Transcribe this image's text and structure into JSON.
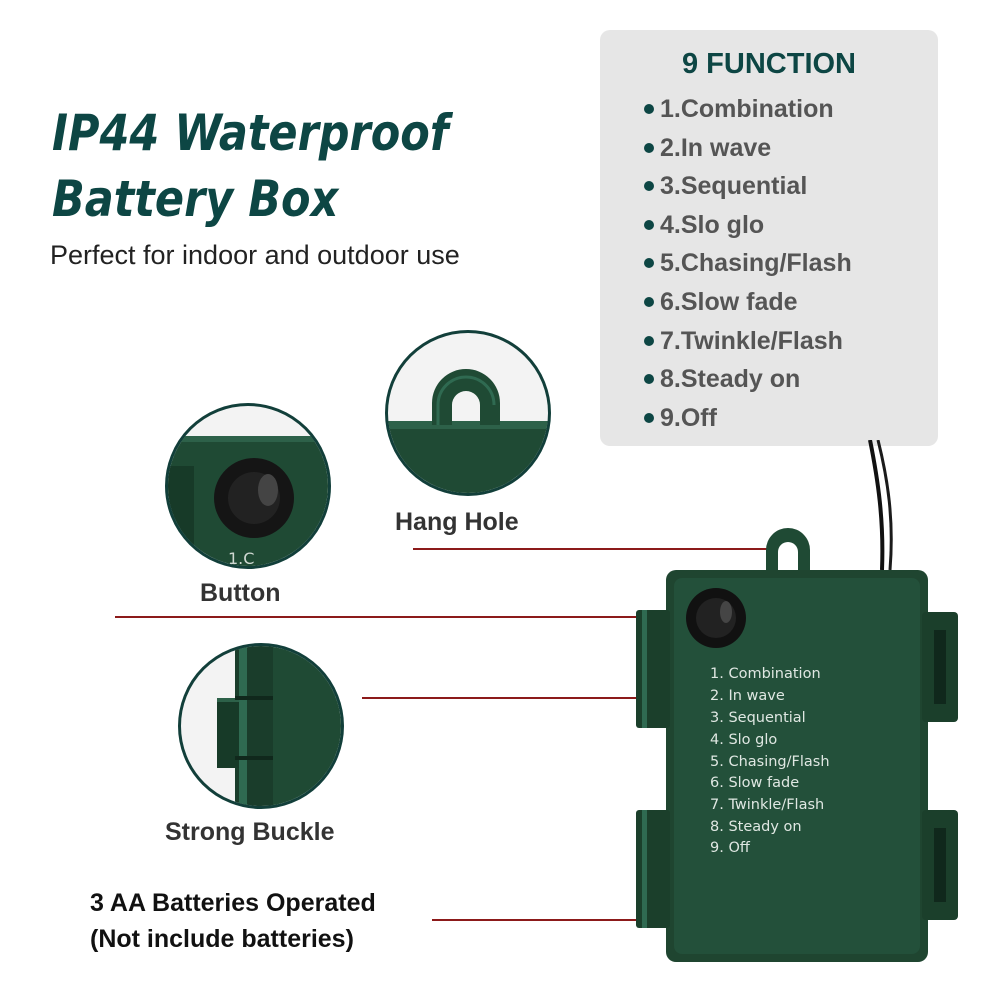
{
  "header": {
    "title_line1": "IP44 Waterproof",
    "title_line2": "Battery Box",
    "subtitle": "Perfect for indoor and outdoor use"
  },
  "functions": {
    "title": "9 FUNCTION",
    "items": [
      "1.Combination",
      "2.In wave",
      "3.Sequential",
      "4.Slo glo",
      "5.Chasing/Flash",
      "6.Slow fade",
      "7.Twinkle/Flash",
      "8.Steady on",
      "9.Off"
    ]
  },
  "callouts": {
    "hang_hole": "Hang Hole",
    "button": "Button",
    "strong_buckle": "Strong Buckle",
    "batteries_line1": "3 AA Batteries Operated",
    "batteries_line2": "(Not include batteries)"
  },
  "device_label": {
    "items": [
      "1. Combination",
      "2. In wave",
      "3. Sequential",
      "4. Slo glo",
      "5. Chasing/Flash",
      "6. Slow fade",
      "7. Twinkle/Flash",
      "8. Steady on",
      "9. Off"
    ],
    "partial_mark": "1.C"
  },
  "colors": {
    "title_green": "#0d4644",
    "box_green": "#1e4530",
    "leader_red": "#8c1a1a",
    "panel_gray": "#e6e6e6"
  }
}
